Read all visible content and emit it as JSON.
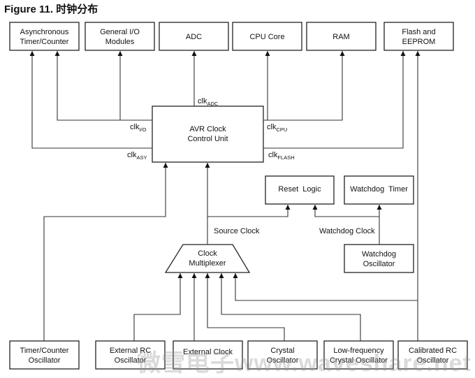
{
  "figure": {
    "number_label": "Figure 11.",
    "title": "时钟分布"
  },
  "top_modules": [
    {
      "id": "async",
      "lines": [
        "Asynchronous",
        "Timer/Counter"
      ]
    },
    {
      "id": "genio",
      "lines": [
        "General I/O",
        "Modules"
      ]
    },
    {
      "id": "adc",
      "lines": [
        "ADC"
      ]
    },
    {
      "id": "cpu",
      "lines": [
        "CPU Core"
      ]
    },
    {
      "id": "ram",
      "lines": [
        "RAM"
      ]
    },
    {
      "id": "flash",
      "lines": [
        "Flash and",
        "EEPROM"
      ]
    }
  ],
  "control_unit": {
    "lines": [
      "AVR Clock",
      "Control Unit"
    ]
  },
  "clock_signals": {
    "adc": {
      "base": "clk",
      "sub": "ADC"
    },
    "io": {
      "base": "clk",
      "sub": "I/O"
    },
    "asy": {
      "base": "clk",
      "sub": "ASY"
    },
    "cpu": {
      "base": "clk",
      "sub": "CPU"
    },
    "flash": {
      "base": "clk",
      "sub": "FLASH"
    }
  },
  "reset_logic": {
    "label": "Reset  Logic"
  },
  "watchdog_timer": {
    "label": "Watchdog  Timer"
  },
  "source_clock_label": "Source Clock",
  "watchdog_clock_label": "Watchdog Clock",
  "multiplexer": {
    "lines": [
      "Clock",
      "Multiplexer"
    ]
  },
  "watchdog_oscillator": {
    "lines": [
      "Watchdog",
      "Oscillator"
    ]
  },
  "sources": [
    {
      "id": "tcosc",
      "lines": [
        "Timer/Counter",
        "Oscillator"
      ]
    },
    {
      "id": "extrc",
      "lines": [
        "External RC",
        "Oscillator"
      ]
    },
    {
      "id": "extclk",
      "lines": [
        "External Clock"
      ]
    },
    {
      "id": "crystal",
      "lines": [
        "Crystal",
        "Oscillator"
      ]
    },
    {
      "id": "lowfreq",
      "lines": [
        "Low-frequency",
        "Crystal Oscillator"
      ]
    },
    {
      "id": "calrc",
      "lines": [
        "Calibrated RC",
        "Oscillator"
      ]
    }
  ],
  "watermark": "微雪电子www.waveshare.net"
}
